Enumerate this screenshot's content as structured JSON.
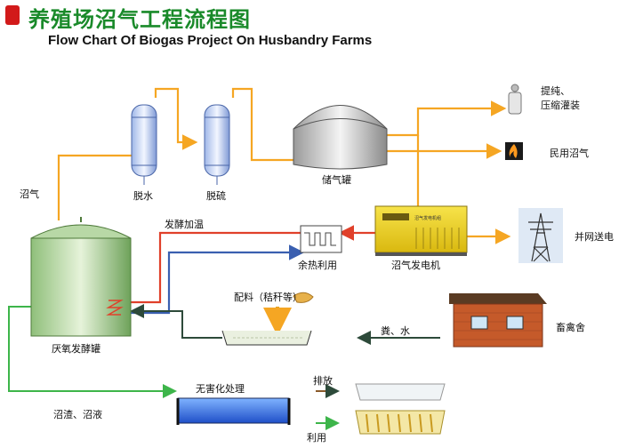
{
  "title": {
    "zh": "养殖场沼气工程流程图",
    "en": "Flow Chart Of  Biogas Project On Husbandry Farms"
  },
  "labels": {
    "biogas": "沼气",
    "dehydration": "脱水",
    "desulfurization": "脱硫",
    "gas_holder": "储气罐",
    "purify": "提纯、",
    "compress": "压缩灌装",
    "civil_gas": "民用沼气",
    "heating": "发酵加温",
    "waste_heat": "余热利用",
    "generator": "沼气发电机",
    "grid": "并网送电",
    "digester": "厌氧发酵罐",
    "feed": "配料（秸秆等）",
    "manure": "粪、水",
    "barn": "畜禽舍",
    "treatment": "无害化处理",
    "discharge": "排放",
    "residue": "沼渣、沼液",
    "utilize": "利用"
  },
  "generator_plate": "沼气发电机组",
  "colors": {
    "gas_pipe": "#f5a623",
    "hot_pipe": "#e0402a",
    "cold_pipe": "#3a5fb0",
    "slurry_pipe": "#2d4a3a",
    "waste_pipe": "#3db54a",
    "title_green": "#1a8a2a"
  }
}
